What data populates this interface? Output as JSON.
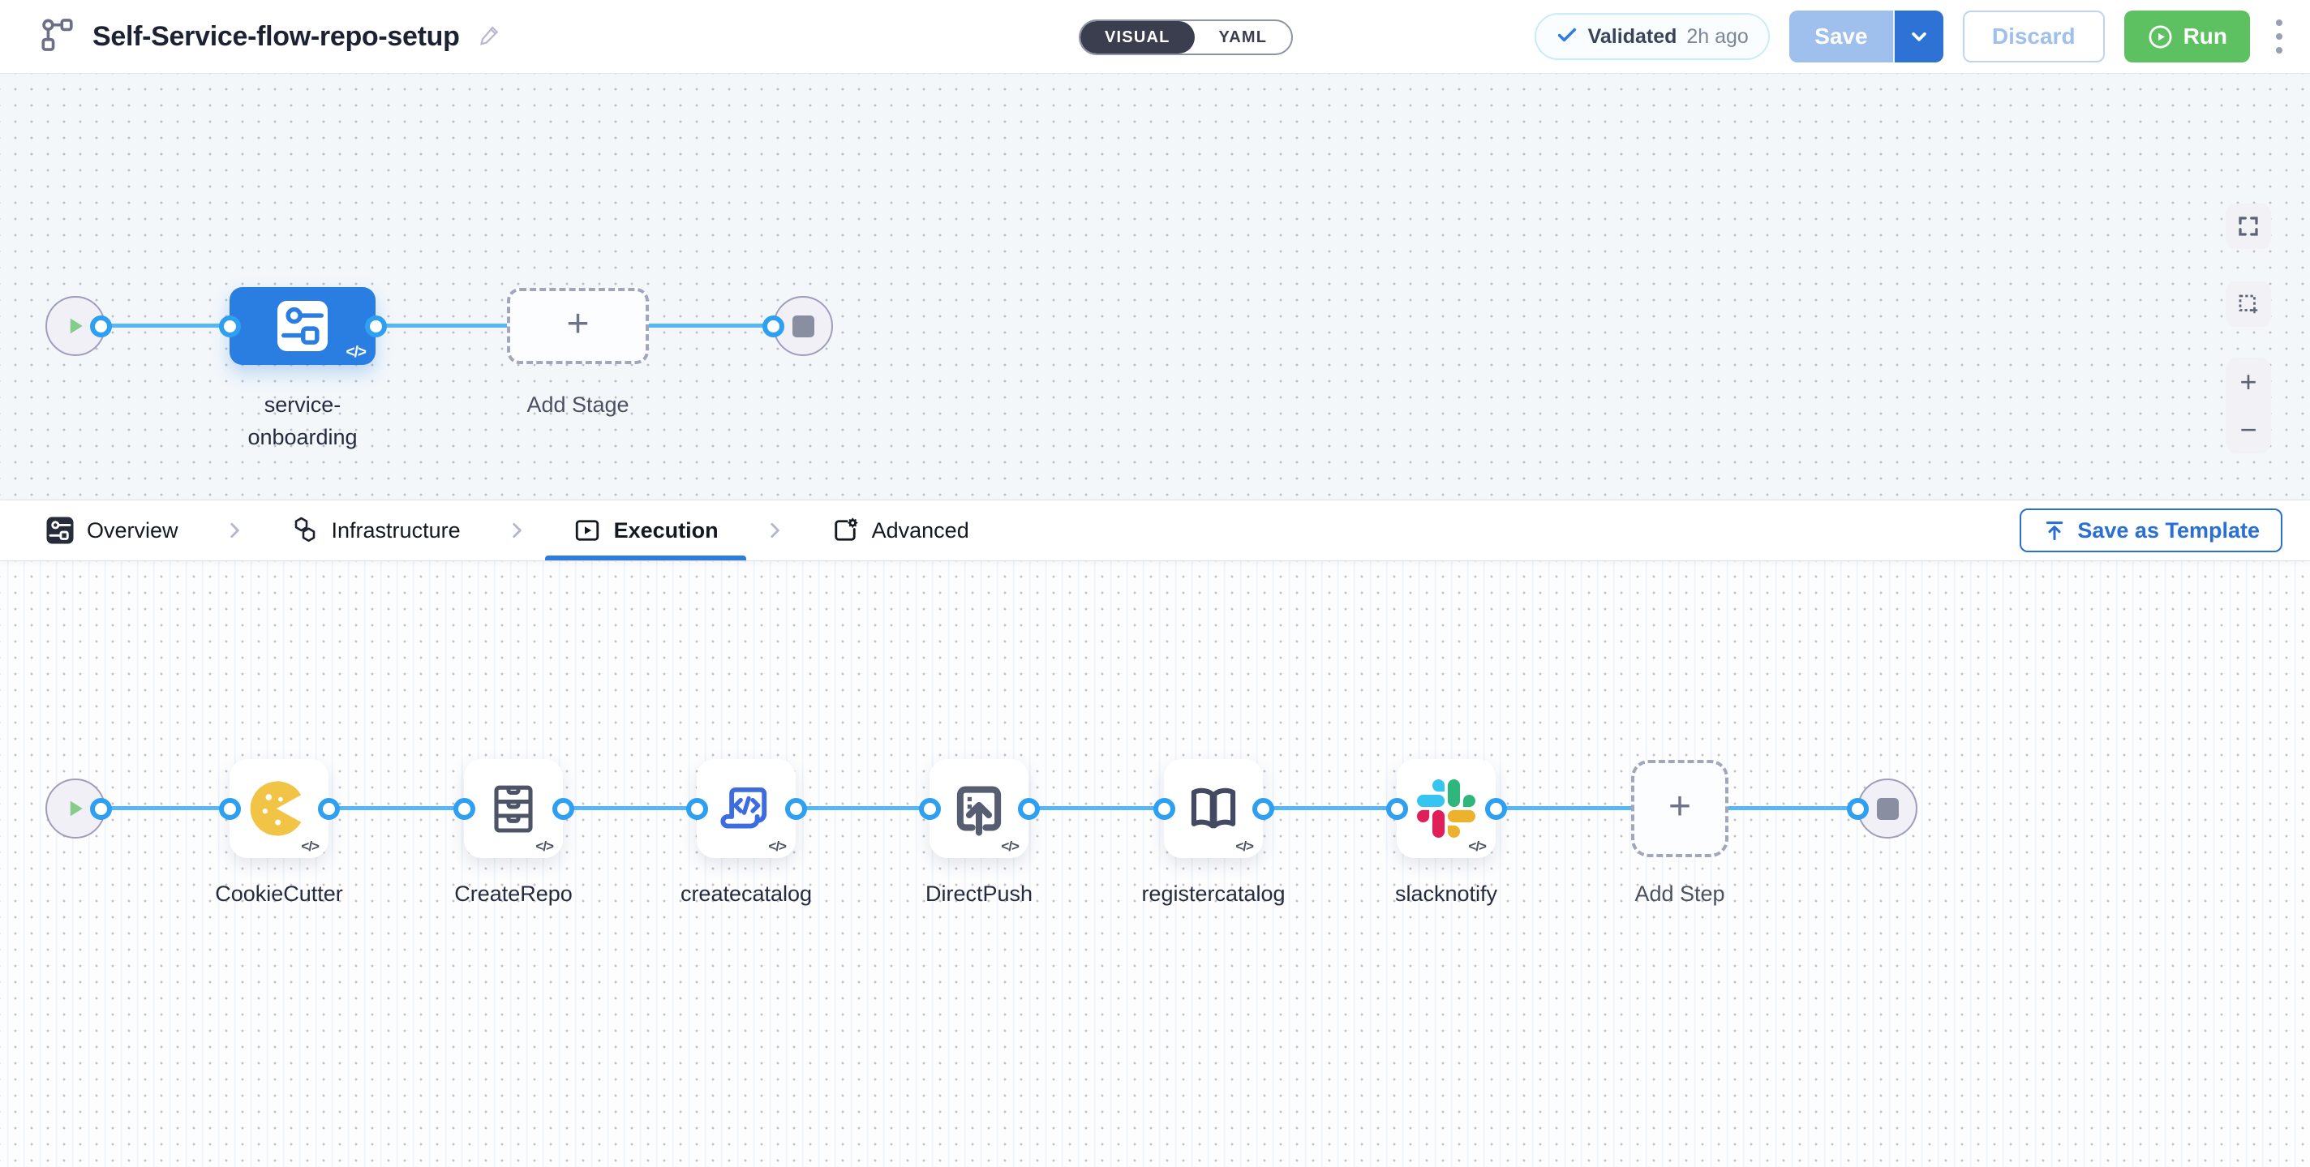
{
  "header": {
    "title": "Self-Service-flow-repo-setup",
    "mode_toggle": {
      "visual": "VISUAL",
      "yaml": "YAML",
      "selected": "VISUAL"
    },
    "validation": {
      "status": "Validated",
      "time": "2h ago"
    },
    "actions": {
      "save": "Save",
      "discard": "Discard",
      "run": "Run"
    }
  },
  "stage_canvas": {
    "stage": {
      "label": "service-onboarding",
      "icon": "pipeline-stage-icon",
      "code_badge": "</>"
    },
    "add_stage": {
      "label": "Add Stage",
      "plus": "+"
    },
    "zoom_controls": {
      "fullscreen": "fullscreen-icon",
      "marquee": "marquee-select-icon",
      "zoom_in": "+",
      "zoom_out": "−"
    }
  },
  "tabs": {
    "items": [
      {
        "label": "Overview",
        "icon": "overview-icon",
        "active": false
      },
      {
        "label": "Infrastructure",
        "icon": "infrastructure-icon",
        "active": false
      },
      {
        "label": "Execution",
        "icon": "execution-icon",
        "active": true
      },
      {
        "label": "Advanced",
        "icon": "advanced-icon",
        "active": false
      }
    ],
    "save_as_template": "Save as Template"
  },
  "execution_canvas": {
    "steps": [
      {
        "label": "CookieCutter",
        "icon": "cookiecutter-icon",
        "code_badge": "</>"
      },
      {
        "label": "CreateRepo",
        "icon": "repo-drawer-icon",
        "code_badge": "</>"
      },
      {
        "label": "createcatalog",
        "icon": "code-catalog-icon",
        "code_badge": "</>"
      },
      {
        "label": "DirectPush",
        "icon": "push-upload-icon",
        "code_badge": "</>"
      },
      {
        "label": "registercatalog",
        "icon": "open-book-icon",
        "code_badge": "</>"
      },
      {
        "label": "slacknotify",
        "icon": "slack-icon",
        "code_badge": "</>"
      }
    ],
    "add_step": {
      "label": "Add Step",
      "plus": "+"
    }
  },
  "colors": {
    "accent_blue": "#2a7de1",
    "connector_line": "#57b7f4",
    "port_ring": "#2f9ff2",
    "run_green": "#5ec161",
    "save_disabled": "#9fc0ed",
    "save_chevron_bg": "#2e72d5",
    "slack_blue": "#36C5F0",
    "slack_green": "#2EB67D",
    "slack_yellow": "#ECB22E",
    "slack_red": "#E01E5A",
    "cookie_yellow": "#f2c445",
    "canvas_top_bg": "#f3f7fa",
    "canvas_bottom_bg": "#fdfdfe"
  }
}
